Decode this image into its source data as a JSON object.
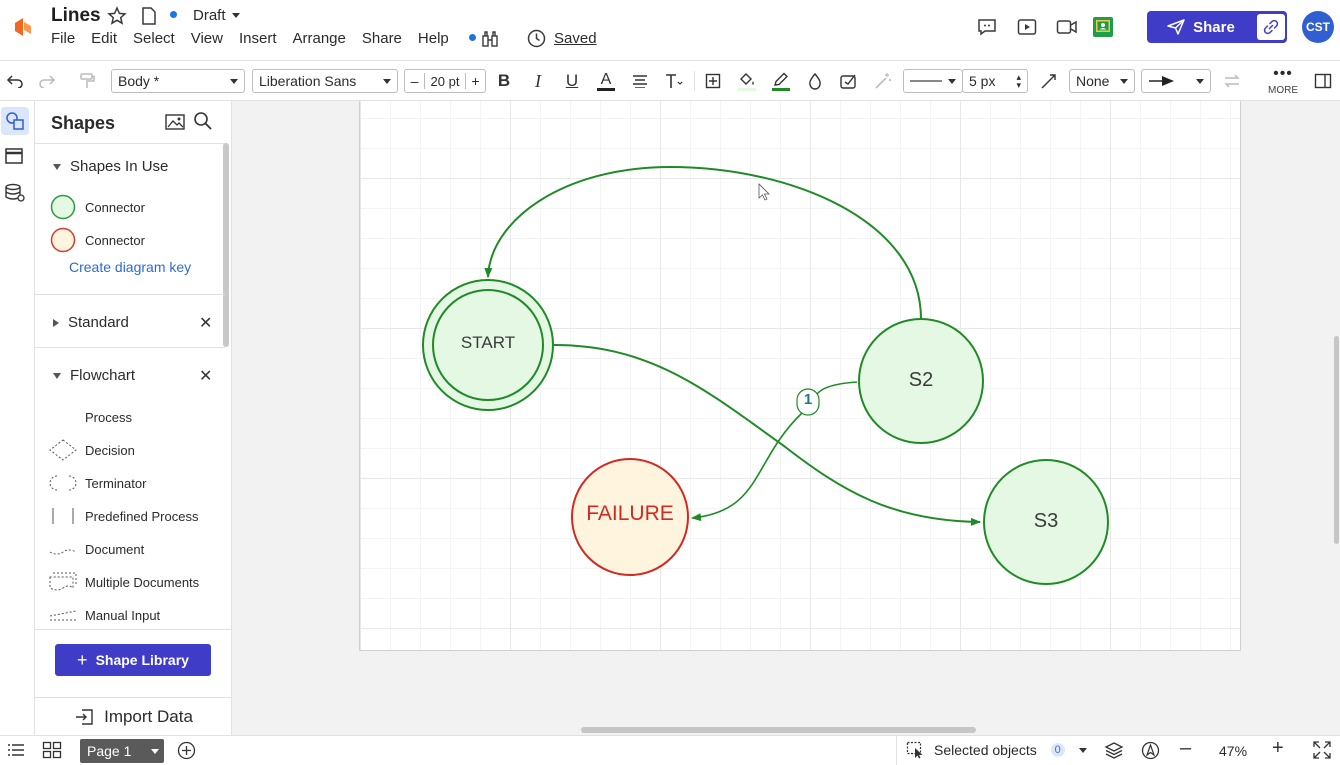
{
  "header": {
    "title": "Lines",
    "status": "Draft",
    "saved_label": "Saved",
    "menu": [
      "File",
      "Edit",
      "Select",
      "View",
      "Insert",
      "Arrange",
      "Share",
      "Help"
    ],
    "share_label": "Share",
    "avatar_initials": "CST",
    "accent": "#3f3dc8"
  },
  "toolbar": {
    "style_value": "Body *",
    "font_value": "Liberation Sans",
    "font_size": "20 pt",
    "line_width": "5 px",
    "line_start": "None",
    "more_label": "MORE"
  },
  "sidebar": {
    "title": "Shapes",
    "in_use_title": "Shapes In Use",
    "in_use": [
      {
        "label": "Connector",
        "stroke": "#2e9a3c",
        "fill": "#e4f8e4"
      },
      {
        "label": "Connector",
        "stroke": "#d43a2f",
        "fill": "#fff4dd"
      }
    ],
    "diagram_key_label": "Create diagram key",
    "standard_label": "Standard",
    "flowchart_label": "Flowchart",
    "flowchart_items": [
      "Process",
      "Decision",
      "Terminator",
      "Predefined Process",
      "Document",
      "Multiple Documents",
      "Manual Input"
    ],
    "shape_library_label": "Shape Library",
    "import_label": "Import Data"
  },
  "diagram": {
    "nodes": {
      "start": "START",
      "s2": "S2",
      "s3": "S3",
      "failure": "FAILURE"
    },
    "edge_label": "1",
    "green": "#1f8a26",
    "red": "#d22a22"
  },
  "footer": {
    "page_tab": "Page 1",
    "selected_label": "Selected objects",
    "selected_count": "0",
    "zoom": "47%"
  }
}
